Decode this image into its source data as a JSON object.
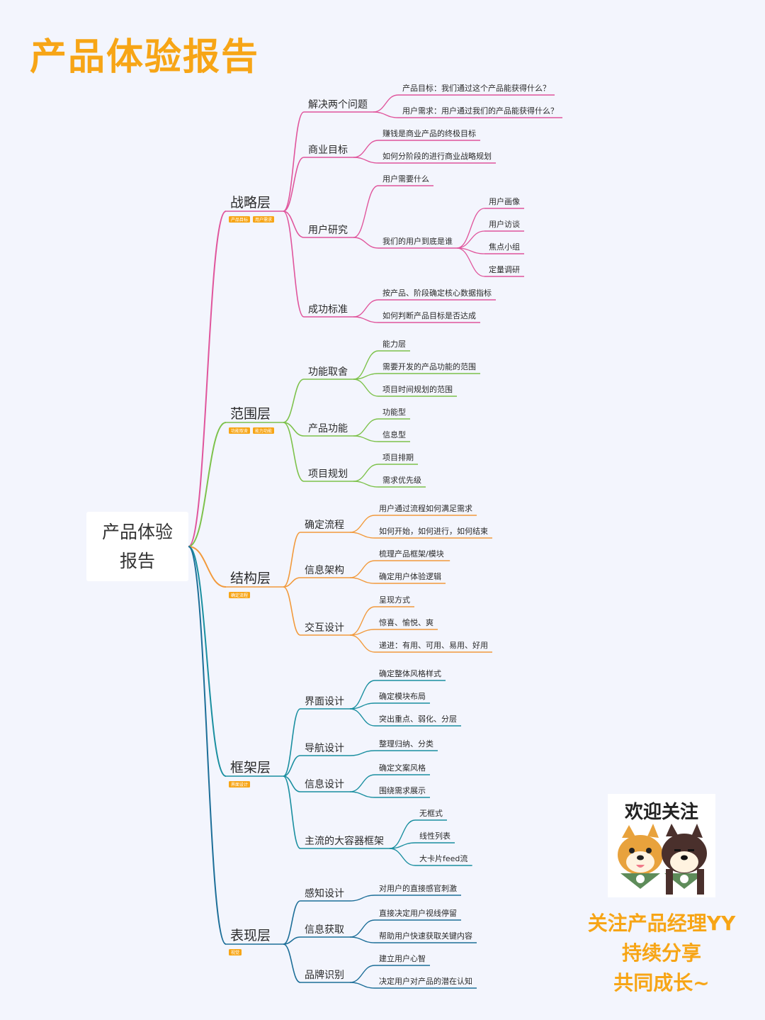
{
  "title": "产品体验报告",
  "root": {
    "line1": "产品体验",
    "line2": "报告"
  },
  "layers": [
    {
      "id": "strategy",
      "label": "战略层",
      "color": "#E0559C",
      "tags": [
        "产品目标",
        "用户需求"
      ],
      "children": [
        {
          "label": "解决两个问题",
          "children": [
            {
              "label": "产品目标：我们通过这个产品能获得什么？"
            },
            {
              "label": "用户需求：用户通过我们的产品能获得什么？"
            }
          ]
        },
        {
          "label": "商业目标",
          "children": [
            {
              "label": "赚钱是商业产品的终极目标"
            },
            {
              "label": "如何分阶段的进行商业战略规划"
            }
          ]
        },
        {
          "label": "用户研究",
          "children": [
            {
              "label": "用户需要什么"
            },
            {
              "label": "我们的用户到底是谁",
              "children": [
                {
                  "label": "用户画像"
                },
                {
                  "label": "用户访谈"
                },
                {
                  "label": "焦点小组"
                },
                {
                  "label": "定量调研"
                }
              ]
            }
          ]
        },
        {
          "label": "成功标准",
          "children": [
            {
              "label": "按产品、阶段确定核心数据指标"
            },
            {
              "label": "如何判断产品目标是否达成"
            }
          ]
        }
      ]
    },
    {
      "id": "scope",
      "label": "范围层",
      "color": "#7DC24B",
      "tags": [
        "功能取舍",
        "能力功能"
      ],
      "children": [
        {
          "label": "功能取舍",
          "children": [
            {
              "label": "能力层"
            },
            {
              "label": "需要开发的产品功能的范围"
            },
            {
              "label": "项目时间规划的范围"
            }
          ]
        },
        {
          "label": "产品功能",
          "children": [
            {
              "label": "功能型"
            },
            {
              "label": "信息型"
            }
          ]
        },
        {
          "label": "项目规划",
          "children": [
            {
              "label": "项目排期"
            },
            {
              "label": "需求优先级"
            }
          ]
        }
      ]
    },
    {
      "id": "structure",
      "label": "结构层",
      "color": "#F29A3C",
      "tags": [
        "确定流程"
      ],
      "children": [
        {
          "label": "确定流程",
          "children": [
            {
              "label": "用户通过流程如何满足需求"
            },
            {
              "label": "如何开始，如何进行，如何结束"
            }
          ]
        },
        {
          "label": "信息架构",
          "children": [
            {
              "label": "梳理产品框架/模块"
            },
            {
              "label": "确定用户体验逻辑"
            }
          ]
        },
        {
          "label": "交互设计",
          "children": [
            {
              "label": "呈现方式"
            },
            {
              "label": "惊喜、愉悦、爽"
            },
            {
              "label": "递进：有用、可用、易用、好用"
            }
          ]
        }
      ]
    },
    {
      "id": "skeleton",
      "label": "框架层",
      "color": "#1A8FA0",
      "tags": [
        "界面设计"
      ],
      "children": [
        {
          "label": "界面设计",
          "children": [
            {
              "label": "确定整体风格样式"
            },
            {
              "label": "确定模块布局"
            },
            {
              "label": "突出重点、弱化、分层"
            }
          ]
        },
        {
          "label": "导航设计",
          "children": [
            {
              "label": "整理归纳、分类"
            }
          ]
        },
        {
          "label": "信息设计",
          "children": [
            {
              "label": "确定文案风格"
            },
            {
              "label": "围绕需求展示"
            }
          ]
        },
        {
          "label": "主流的大容器框架",
          "children": [
            {
              "label": "无框式"
            },
            {
              "label": "线性列表"
            },
            {
              "label": "大卡片feed流"
            }
          ]
        }
      ]
    },
    {
      "id": "surface",
      "label": "表现层",
      "color": "#1C6E98",
      "tags": [
        "视觉"
      ],
      "children": [
        {
          "label": "感知设计",
          "children": [
            {
              "label": "对用户的直接感官刺激"
            }
          ]
        },
        {
          "label": "信息获取",
          "children": [
            {
              "label": "直接决定用户视线停留"
            },
            {
              "label": "帮助用户快速获取关键内容"
            }
          ]
        },
        {
          "label": "品牌识别",
          "children": [
            {
              "label": "建立用户心智"
            },
            {
              "label": "决定用户对产品的潜在认知"
            }
          ]
        }
      ]
    }
  ],
  "sticker": {
    "text": "欢迎关注"
  },
  "footer": {
    "line1": "关注产品经理YY",
    "line2": "持续分享",
    "line3": "共同成长~"
  },
  "colors": {
    "accent": "#F7A516",
    "background": "#F3F5FD",
    "tag": "#F7A516"
  }
}
